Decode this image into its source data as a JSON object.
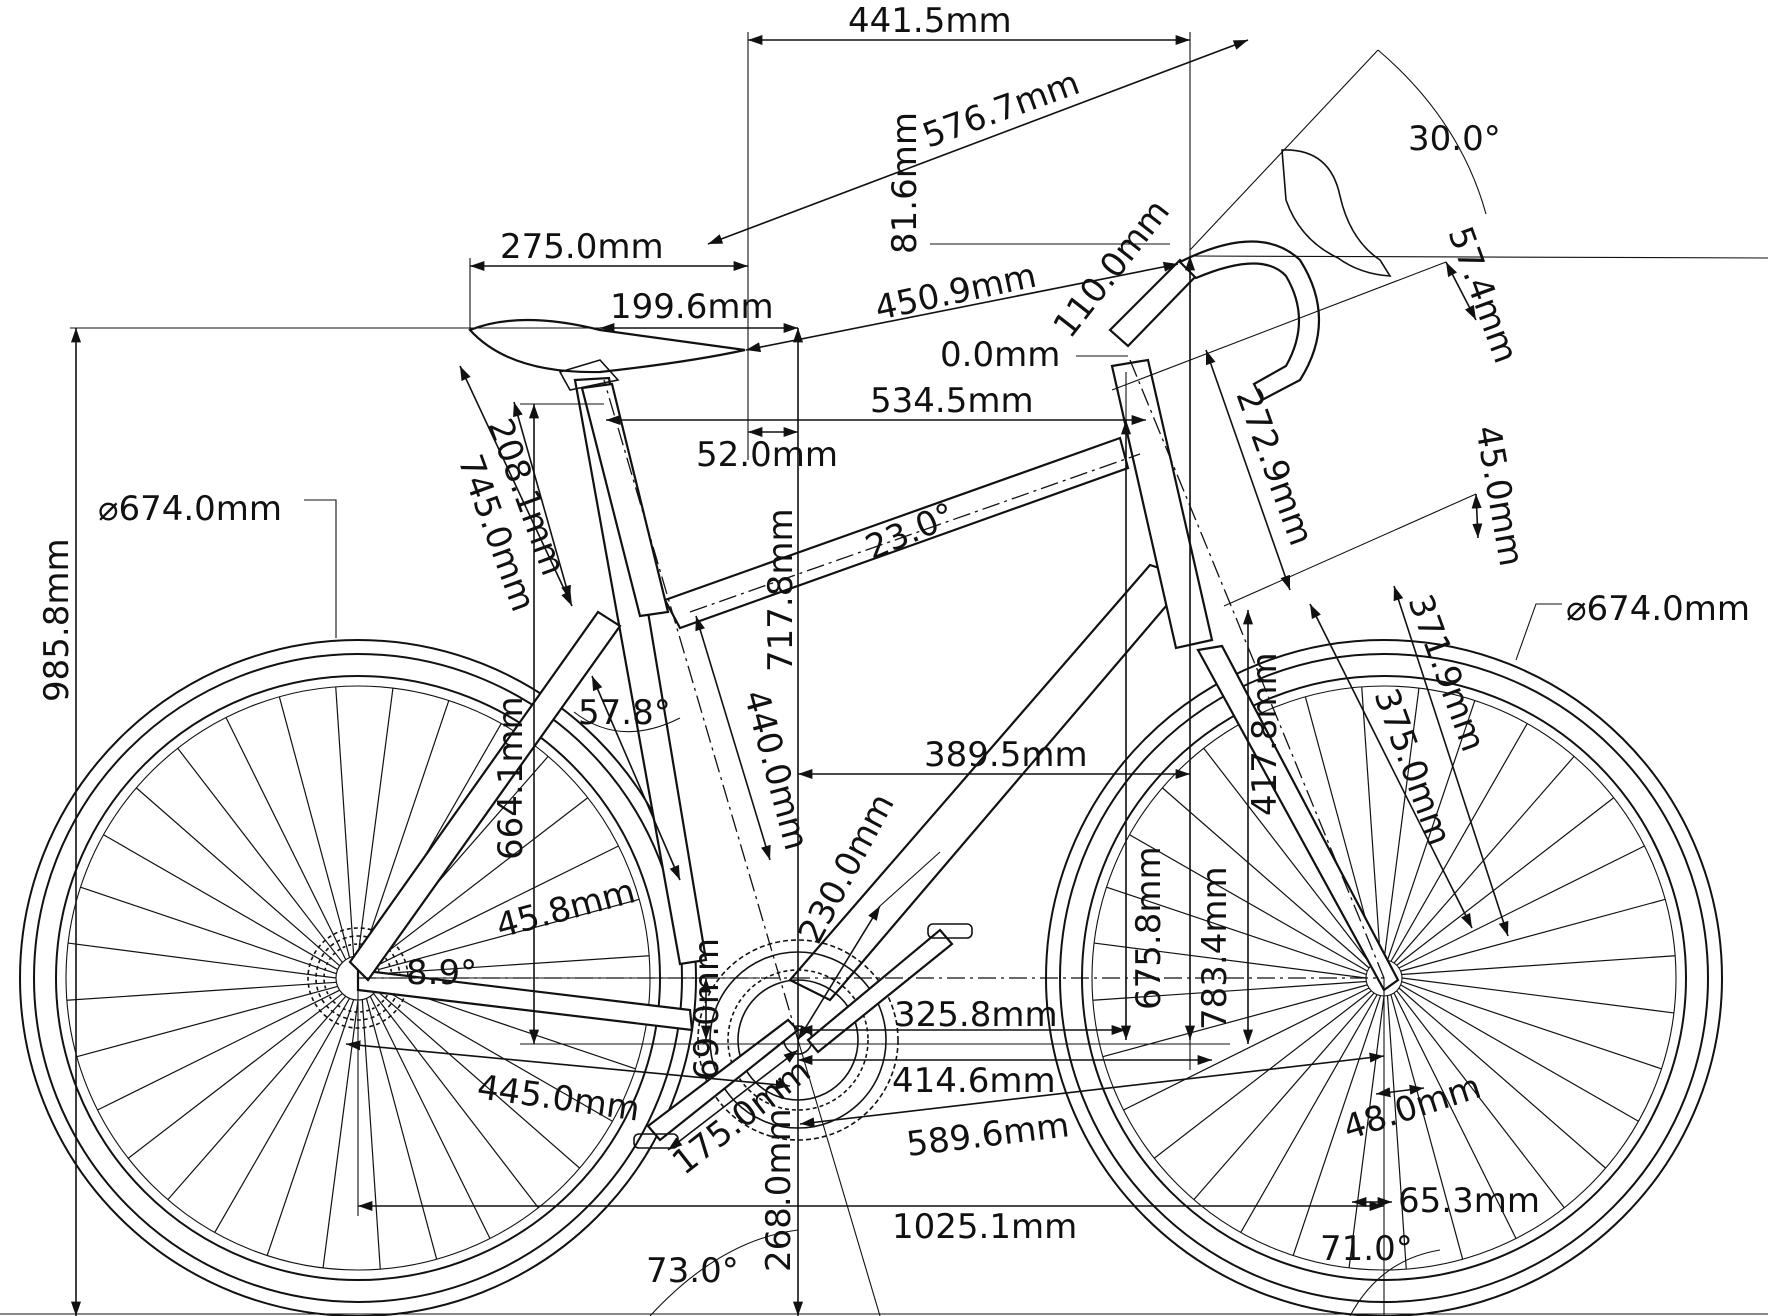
{
  "wheels": {
    "rear_diameter": "⌀674.0mm",
    "front_diameter": "⌀674.0mm"
  },
  "dimensions": {
    "reach_top": "441.5mm",
    "stack_diag": "576.7mm",
    "hood_reach": "81.6mm",
    "bar_angle": "30.0°",
    "saddle_length": "275.0mm",
    "saddle_setback": "199.6mm",
    "stem_length": "110.0mm",
    "cockpit": "450.9mm",
    "bar_drop": "57.4mm",
    "spacer": "0.0mm",
    "top_tube_eff": "534.5mm",
    "seat_offset": "52.0mm",
    "seatpost": "208.1mm",
    "saddle_height": "745.0mm",
    "top_tube_angle": "23.0°",
    "bb_to_saddle": "717.8mm",
    "headset_stack": "272.9mm",
    "fork_offset_top": "45.0mm",
    "overall_height": "985.8mm",
    "seat_tube_angle": "57.8°",
    "seat_tube_length": "440.0mm",
    "seat_tube_vertical": "664.1mm",
    "reach": "389.5mm",
    "head_tube": "417.8mm",
    "fork_length": "371.9mm",
    "axle_to_crown": "375.0mm",
    "down_tube": "230.0mm",
    "stack": "675.8mm",
    "stack_total": "783.4mm",
    "seatstay_offset": "45.8mm",
    "chainstay_angle": "8.9°",
    "bb_drop": "69.0mm",
    "front_center_h": "325.8mm",
    "front_center": "414.6mm",
    "chainstay": "445.0mm",
    "crank": "175.0mm",
    "front_center_diag": "589.6mm",
    "fork_rake": "48.0mm",
    "trail": "65.3mm",
    "bb_height": "268.0mm",
    "wheelbase": "1025.1mm",
    "head_angle": "71.0°",
    "seat_angle": "73.0°"
  }
}
